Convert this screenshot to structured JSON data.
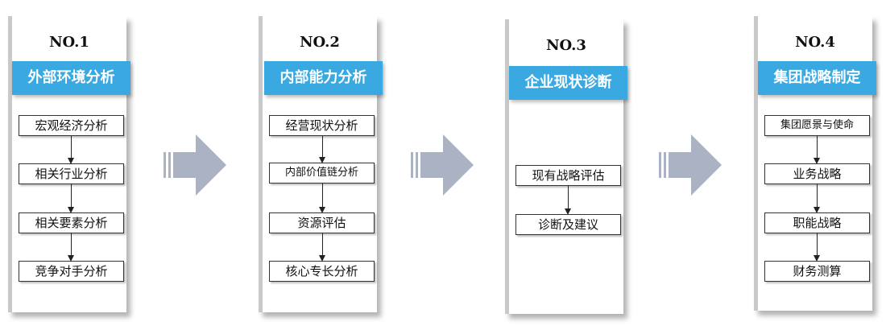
{
  "panels": [
    {
      "number": "NO.1",
      "title": "外部环境分析",
      "items": [
        "宏观经济分析",
        "相关行业分析",
        "相关要素分析",
        "竞争对手分析"
      ]
    },
    {
      "number": "NO.2",
      "title": "内部能力分析",
      "items": [
        "经营现状分析",
        "内部价值链分析",
        "资源评估",
        "核心专长分析"
      ]
    },
    {
      "number": "NO.3",
      "title": "企业现状诊断",
      "items": [
        "现有战略评估",
        "诊断及建议"
      ]
    },
    {
      "number": "NO.4",
      "title": "集团战略制定",
      "items": [
        "集团愿景与使命",
        "业务战略",
        "职能战略",
        "财务测算"
      ]
    }
  ],
  "colors": {
    "header_bg": "#3aa9e1",
    "flow_arrow": "#aab2c4"
  },
  "icons": [
    "arrow-right-icon"
  ]
}
